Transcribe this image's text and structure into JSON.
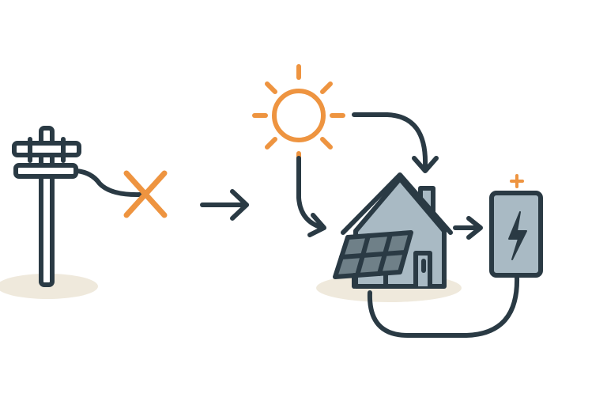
{
  "diagram": {
    "description_text": "",
    "nodes": [
      {
        "id": "utility-pole",
        "icon": "utility-pole-icon",
        "state": "disconnected"
      },
      {
        "id": "sun",
        "icon": "sun-icon"
      },
      {
        "id": "house",
        "icon": "house-with-solar-panels-icon"
      },
      {
        "id": "battery",
        "icon": "battery-icon",
        "charge_symbol": "lightning-bolt",
        "terminal_mark": "+"
      }
    ],
    "edges": [
      {
        "from": "utility-pole",
        "to": "house",
        "style": "arrow"
      },
      {
        "from": "sun",
        "to": "house",
        "style": "curved-arrow"
      },
      {
        "from": "sun",
        "to": "house-roof",
        "style": "curved-arrow"
      },
      {
        "from": "house",
        "to": "battery",
        "style": "arrow"
      },
      {
        "from": "battery",
        "to": "house",
        "style": "loop-line"
      }
    ],
    "marks": {
      "broken_connection": "cross-mark-icon"
    }
  },
  "colors": {
    "stroke": "#2a3a44",
    "accent_orange": "#ee9440",
    "fill_grey": "#a9bac4",
    "panel_fill": "#6f8088",
    "shadow": "#efe9dc",
    "background": "#ffffff"
  }
}
